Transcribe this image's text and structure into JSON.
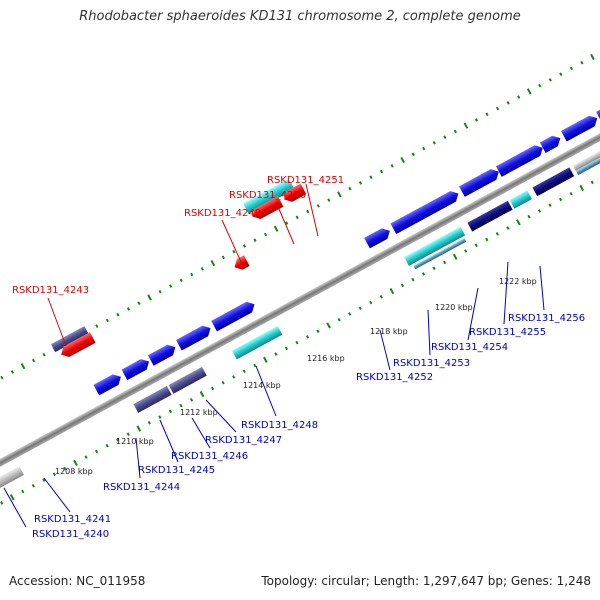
{
  "title": "Rhodobacter sphaeroides KD131 chromosome 2, complete genome",
  "footer": {
    "accession": "Accession: NC_011958",
    "summary": "Topology: circular; Length: 1,297,647 bp; Genes: 1,248"
  },
  "colors": {
    "forward_gene": "#1010e0",
    "reverse_gene": "#ee0000",
    "highlight_gene": "#22cccc",
    "slate_gene": "#4a4a8a",
    "navy_gene": "#0a0a7a",
    "gray_gene": "#bbbbbb",
    "backbone": "#888888",
    "tick": "#118811",
    "label_top": "#dd0000",
    "label_bottom": "#0000c8"
  },
  "ticks": [
    "1208 kbp",
    "1210 kbp",
    "1212 kbp",
    "1214 kbp",
    "1216 kbp",
    "1218 kbp",
    "1220 kbp",
    "1222 kbp"
  ],
  "top_labels": [
    "RSKD131_4243",
    "RSKD131_4249",
    "RSKD131_4250",
    "RSKD131_4251"
  ],
  "bottom_labels": [
    "RSKD131_4240",
    "RSKD131_4241",
    "RSKD131_4244",
    "RSKD131_4245",
    "RSKD131_4246",
    "RSKD131_4247",
    "RSKD131_4248",
    "RSKD131_4252",
    "RSKD131_4253",
    "RSKD131_4254",
    "RSKD131_4255",
    "RSKD131_4256"
  ]
}
